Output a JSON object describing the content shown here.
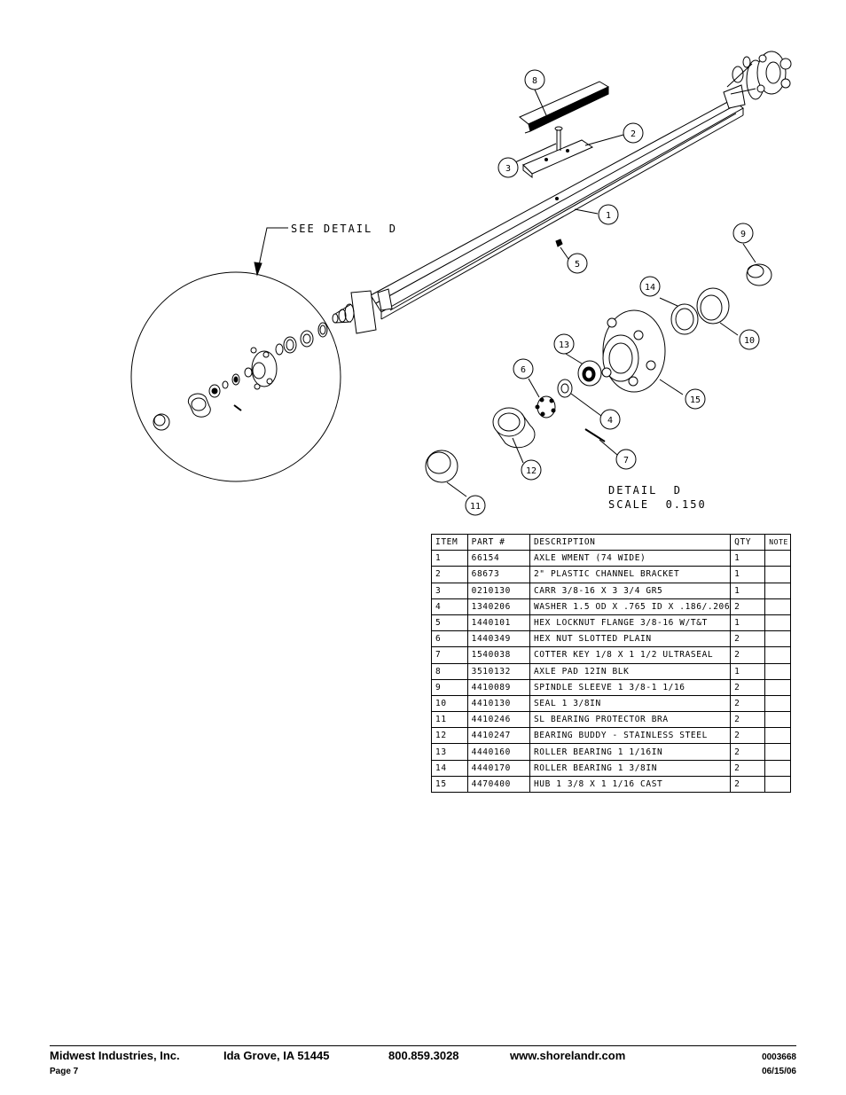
{
  "drawing": {
    "see_detail_label": "SEE DETAIL  D",
    "detail_title": "DETAIL  D",
    "detail_scale": "SCALE  0.150",
    "balloons": [
      "1",
      "2",
      "3",
      "4",
      "5",
      "6",
      "7",
      "8",
      "9",
      "10",
      "11",
      "12",
      "13",
      "14",
      "15"
    ]
  },
  "parts_table": {
    "headers": [
      "ITEM",
      "PART #",
      "DESCRIPTION",
      "QTY",
      "NOTE"
    ],
    "rows": [
      [
        "1",
        "66154",
        "AXLE WMENT (74 WIDE)",
        "1",
        ""
      ],
      [
        "2",
        "68673",
        "2\" PLASTIC CHANNEL BRACKET",
        "1",
        ""
      ],
      [
        "3",
        "0210130",
        "CARR 3/8-16 X 3 3/4 GR5",
        "1",
        ""
      ],
      [
        "4",
        "1340206",
        "WASHER 1.5 OD X .765 ID X .186/.206",
        "2",
        ""
      ],
      [
        "5",
        "1440101",
        "HEX LOCKNUT FLANGE 3/8-16 W/T&T",
        "1",
        ""
      ],
      [
        "6",
        "1440349",
        "HEX NUT SLOTTED PLAIN",
        "2",
        ""
      ],
      [
        "7",
        "1540038",
        "COTTER KEY 1/8 X 1 1/2 ULTRASEAL",
        "2",
        ""
      ],
      [
        "8",
        "3510132",
        "AXLE PAD 12IN  BLK",
        "1",
        ""
      ],
      [
        "9",
        "4410089",
        "SPINDLE SLEEVE  1 3/8-1 1/16",
        "2",
        ""
      ],
      [
        "10",
        "4410130",
        "SEAL  1 3/8IN",
        "2",
        ""
      ],
      [
        "11",
        "4410246",
        "SL BEARING PROTECTOR BRA",
        "2",
        ""
      ],
      [
        "12",
        "4410247",
        "BEARING BUDDY - STAINLESS STEEL",
        "2",
        ""
      ],
      [
        "13",
        "4440160",
        "ROLLER BEARING   1 1/16IN",
        "2",
        ""
      ],
      [
        "14",
        "4440170",
        "ROLLER BEARING   1 3/8IN",
        "2",
        ""
      ],
      [
        "15",
        "4470400",
        "HUB  1 3/8 X 1 1/16 CAST",
        "2",
        ""
      ]
    ]
  },
  "footer": {
    "company": "Midwest Industries, Inc.",
    "location": "Ida Grove, IA  51445",
    "phone": "800.859.3028",
    "website": "www.shorelandr.com",
    "page": "Page 7",
    "doc_number": "0003668",
    "date": "06/15/06"
  }
}
